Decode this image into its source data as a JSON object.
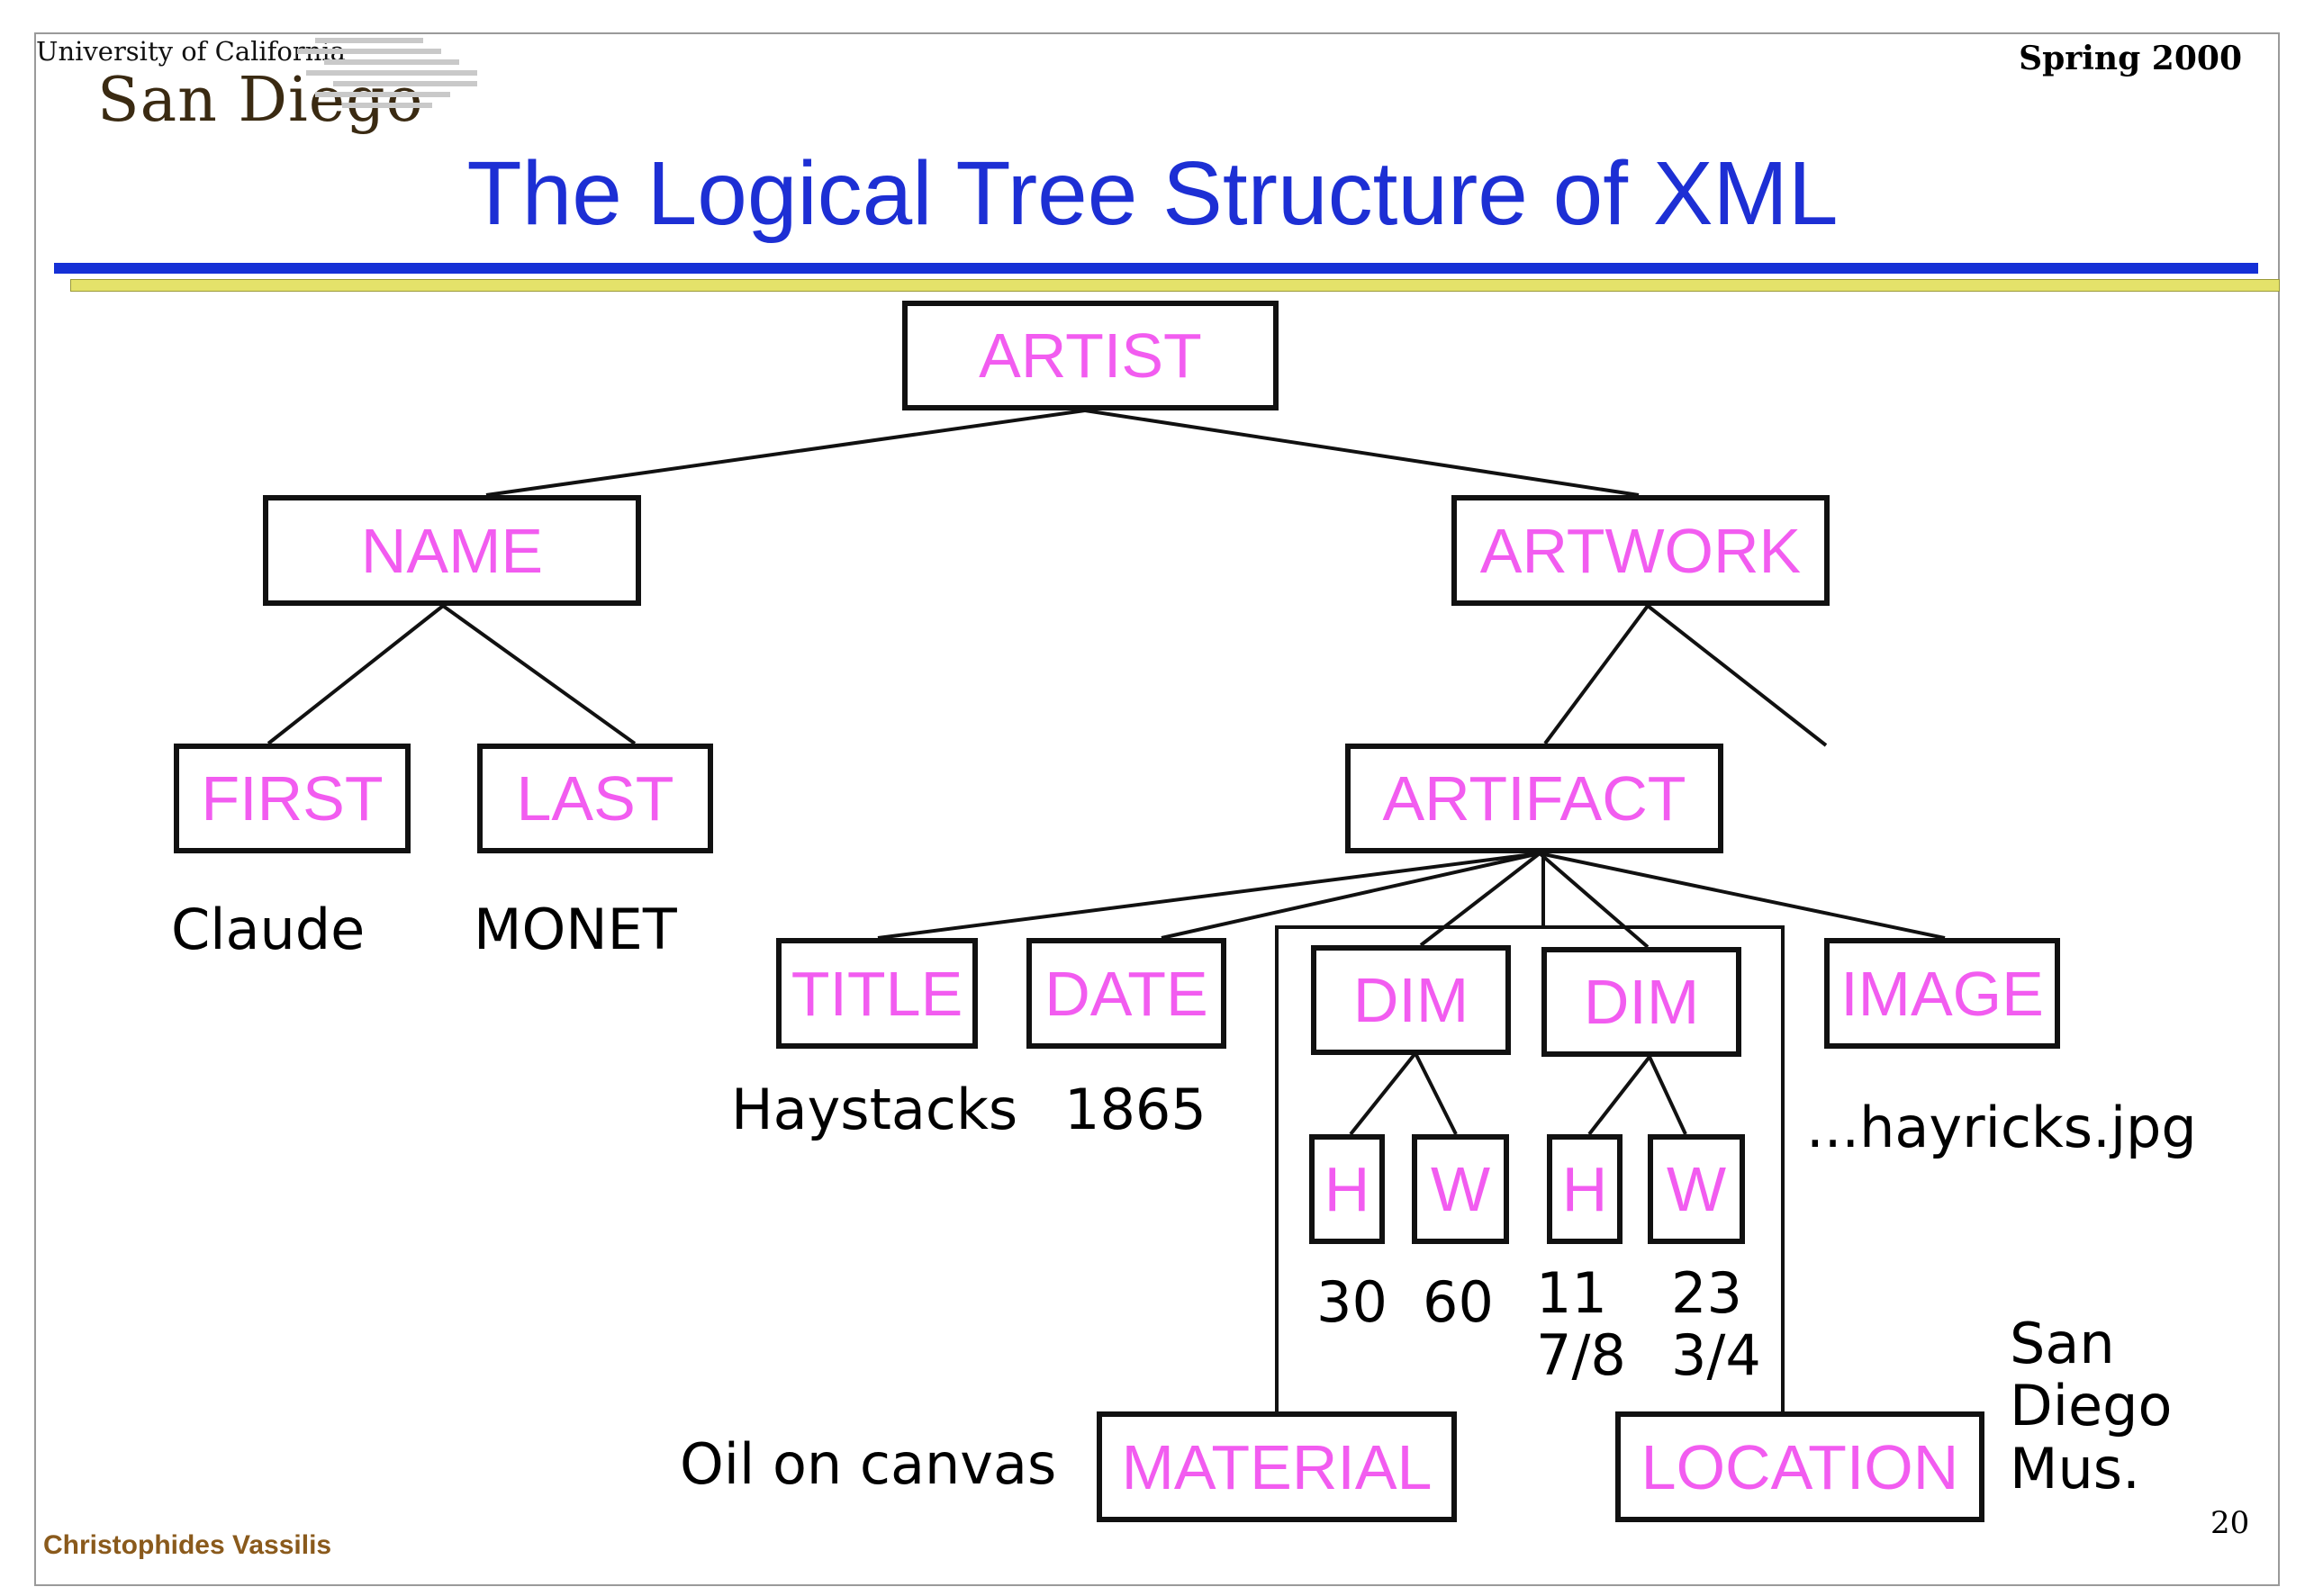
{
  "header": {
    "institution_line1": "University of California",
    "institution_line2": "San Diego",
    "semester": "Spring 2000",
    "title": "The Logical Tree Structure of XML"
  },
  "tree": {
    "nodes": {
      "artist": "ARTIST",
      "name": "NAME",
      "artwork": "ARTWORK",
      "first": "FIRST",
      "last": "LAST",
      "artifact": "ARTIFACT",
      "title": "TITLE",
      "date": "DATE",
      "dim1": "DIM",
      "dim2": "DIM",
      "image": "IMAGE",
      "h1": "H",
      "w1": "W",
      "h2": "H",
      "w2": "W",
      "material": "MATERIAL",
      "location": "LOCATION"
    },
    "values": {
      "first": "Claude",
      "last": "MONET",
      "title": "Haystacks",
      "date": "1865",
      "h1": "30",
      "w1": "60",
      "h2_line1": "11",
      "h2_line2": "7/8",
      "w2_line1": "23",
      "w2_line2": "3/4",
      "image": "...hayricks.jpg",
      "material": "Oil on canvas",
      "location_line1": "San",
      "location_line2": "Diego",
      "location_line3": "Mus."
    }
  },
  "footer": {
    "author": "Christophides Vassilis",
    "page_number": "20"
  },
  "colors": {
    "title_blue": "#1d2fd4",
    "node_text_magenta": "#f25cf0",
    "rule_yellow": "#e4e26a",
    "author_brown": "#8a5a1c"
  }
}
